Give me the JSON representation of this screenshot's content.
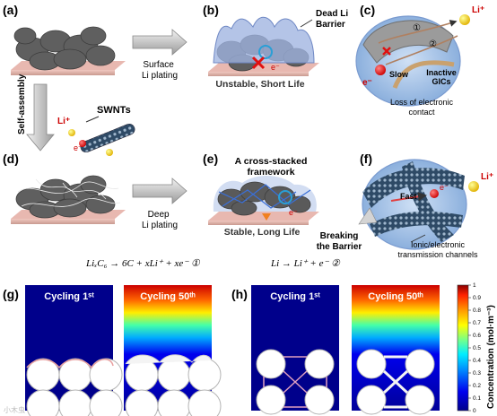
{
  "panels": {
    "a": {
      "label": "(a)"
    },
    "b": {
      "label": "(b)",
      "caption": "Unstable, Short Life",
      "barrier_label": "Dead Li\nBarrier"
    },
    "c": {
      "label": "(c)",
      "path1": "①",
      "path2": "②",
      "li_ion": "Li⁺",
      "electron": "e⁻",
      "slow": "Slow",
      "inactive": "Inactive\nGICs",
      "loss": "Loss of electronic\ncontact"
    },
    "d": {
      "label": "(d)"
    },
    "e": {
      "label": "(e)",
      "title": "A cross-stacked\nframework",
      "caption": "Stable, Long Life"
    },
    "f": {
      "label": "(f)",
      "fast": "Fast",
      "li_ion": "Li⁺",
      "breaking": "Breaking\nthe Barrier",
      "channels": "Ionic/electronic\ntransmission channels"
    },
    "g": {
      "label": "(g)",
      "cycle1": "Cycling 1ˢᵗ",
      "cycle50": "Cycling 50ᵗʰ"
    },
    "h": {
      "label": "(h)",
      "cycle1": "Cycling 1ˢᵗ",
      "cycle50": "Cycling 50ᵗʰ"
    }
  },
  "arrows": {
    "surface": "Surface\nLi plating",
    "deep": "Deep\nLi plating",
    "self_assembly": "Self-assembly"
  },
  "swnts": {
    "label": "SWNTs",
    "li_ion": "Li⁺",
    "electron": "e⁻"
  },
  "equations": {
    "eq1": "LiₓC₆ → 6C + xLi⁺ + xe⁻  ①",
    "eq2": "Li  →  Li⁺ + e⁻  ②"
  },
  "colorbar": {
    "label": "Concentration (mol·m⁻³)",
    "ticks": [
      "1",
      "0.9",
      "0.8",
      "0.7",
      "0.6",
      "0.5",
      "0.4",
      "0.3",
      "0.2",
      "0.1",
      "0"
    ],
    "colors": [
      "#8b0000",
      "#ff3300",
      "#ffaa00",
      "#ffff00",
      "#66ff99",
      "#00ddff",
      "#0066ff",
      "#0000cc",
      "#00008b"
    ]
  },
  "watermark": "小木虫"
}
